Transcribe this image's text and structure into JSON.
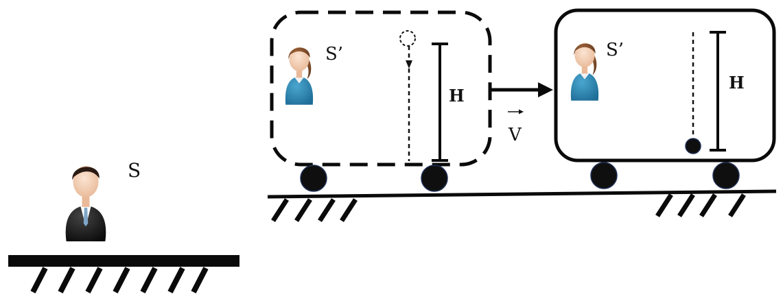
{
  "labels": {
    "ground_observer": "S",
    "train_observer_left": "S’",
    "train_observer_right": "S’",
    "height_left": "H",
    "height_right": "H",
    "velocity": "V"
  },
  "colors": {
    "ink": "#111111",
    "wheel": "#0f0f0f",
    "woman_shirt": "#2f87b3",
    "woman_hair": "#7a4a2b",
    "man_suit": "#1a1a1a",
    "skin": "#f6d7c0"
  },
  "icons": {
    "ground_observer": "man-observer-icon",
    "train_observer": "woman-observer-icon",
    "velocity_arrow": "arrow-right-icon"
  }
}
